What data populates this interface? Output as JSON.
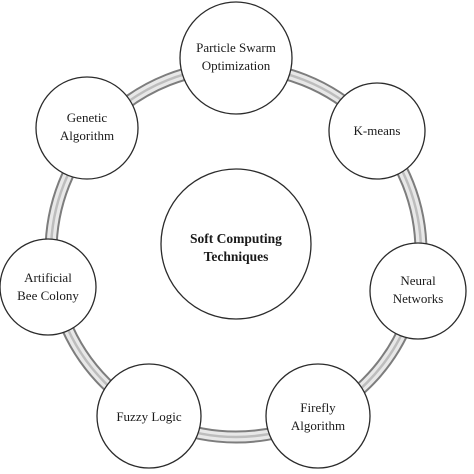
{
  "center": {
    "line1": "Soft Computing",
    "line2": "Techniques"
  },
  "nodes": [
    {
      "id": "pso",
      "line1": "Particle Swarm",
      "line2": "Optimization"
    },
    {
      "id": "kmeans",
      "line1": "K-means",
      "line2": ""
    },
    {
      "id": "nn",
      "line1": "Neural",
      "line2": "Networks"
    },
    {
      "id": "firefly",
      "line1": "Firefly",
      "line2": "Algorithm"
    },
    {
      "id": "fuzzy",
      "line1": "Fuzzy Logic",
      "line2": ""
    },
    {
      "id": "abc",
      "line1": "Artificial",
      "line2": "Bee Colony"
    },
    {
      "id": "ga",
      "line1": "Genetic",
      "line2": "Algorithm"
    }
  ],
  "colors": {
    "ring_outer": "#8a8a8a",
    "ring_inner": "#d9d9d9",
    "circle_fill": "#ffffff",
    "circle_stroke": "#2b2b2b",
    "text": "#1a1a1a"
  }
}
